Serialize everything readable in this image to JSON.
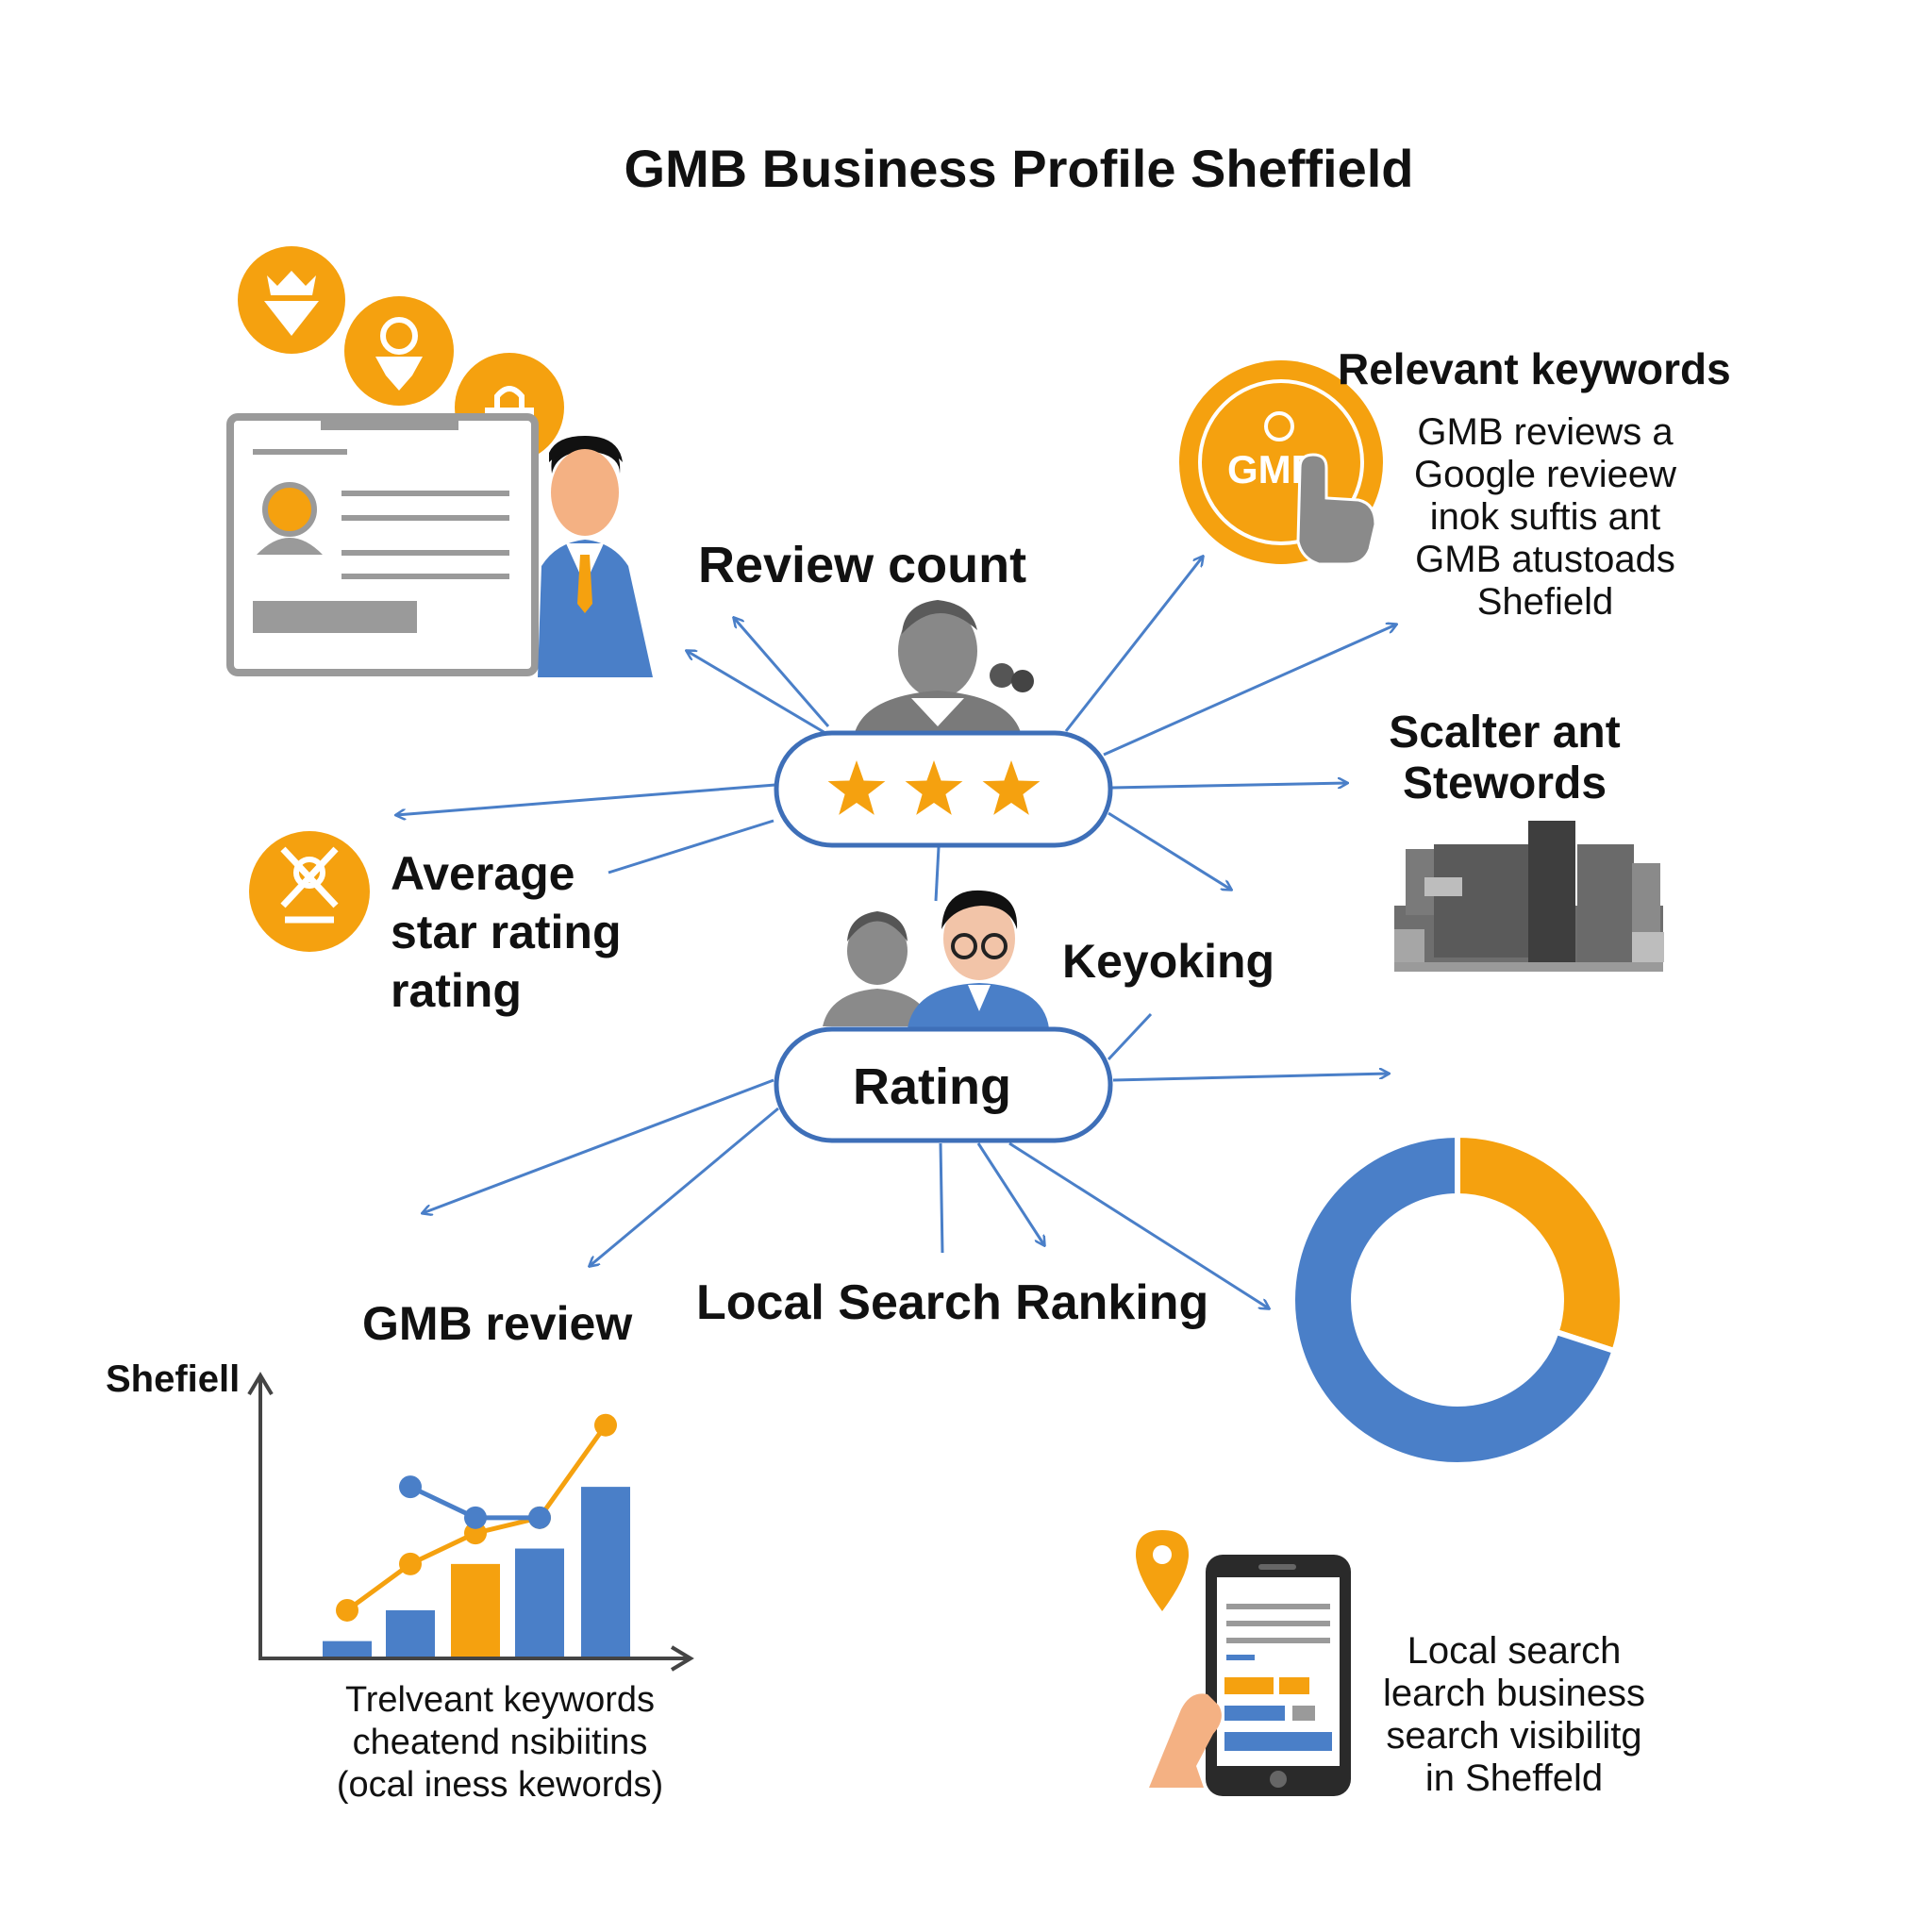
{
  "title": "GMB Business Profile Sheffield",
  "labels": {
    "review_count": "Review count",
    "relevant_keywords": "Relevant keywords",
    "scalter": [
      "Scalter ant",
      "Stewords"
    ],
    "average_rating": [
      "Average",
      "star rating",
      "rating"
    ],
    "keyoking": "Keyoking",
    "rating_node": "Rating",
    "gmb_review": "GMB review",
    "local_search_ranking": "Local Search Ranking"
  },
  "keyword_note": [
    "GMB reviews a",
    "Google revieew",
    "inok suftis ant",
    "GMB atustoads",
    "Shefield"
  ],
  "gmb_badge_text": "GMB",
  "chart_axis_label": "Shefiell",
  "chart_caption": [
    "Trelveant keywords",
    "cheatend nsibiitins",
    "(ocal iness kewords)"
  ],
  "phone_caption": [
    "Local search",
    "learch business",
    "search visibilitg",
    "in Sheffeld"
  ],
  "star_rating": {
    "stars": 3
  },
  "colors": {
    "accent_orange": "#F5A10F",
    "accent_blue": "#4A7FC8",
    "outline_blue": "#3E6FB8",
    "gray": "#8E8E8E"
  },
  "icons": [
    "crown-icon",
    "person-badge-icon",
    "bag-icon",
    "profile-card-icon",
    "businessman-icon",
    "reviewer-icon",
    "star-icon",
    "hand-pointer-icon",
    "rating-person-icon",
    "team-icon",
    "city-icon",
    "location-pin-icon",
    "smartphone-icon"
  ],
  "chart_data": {
    "type": "bar",
    "ylabel": "Shefiell",
    "series": [
      {
        "values": [
          1,
          3,
          6,
          7,
          11
        ],
        "colors": [
          "#4A7FC8",
          "#4A7FC8",
          "#F5A10F",
          "#4A7FC8",
          "#4A7FC8"
        ]
      }
    ],
    "lines": [
      {
        "color": "#F5A10F",
        "values": [
          3,
          6,
          8,
          9,
          15
        ]
      },
      {
        "color": "#4A7FC8",
        "values": [
          null,
          11,
          9,
          9,
          null
        ]
      }
    ],
    "ylim": [
      0,
      17
    ]
  },
  "donut_data": {
    "type": "pie",
    "values": [
      30,
      70
    ],
    "colors": [
      "#F5A10F",
      "#4A7FC8"
    ]
  }
}
